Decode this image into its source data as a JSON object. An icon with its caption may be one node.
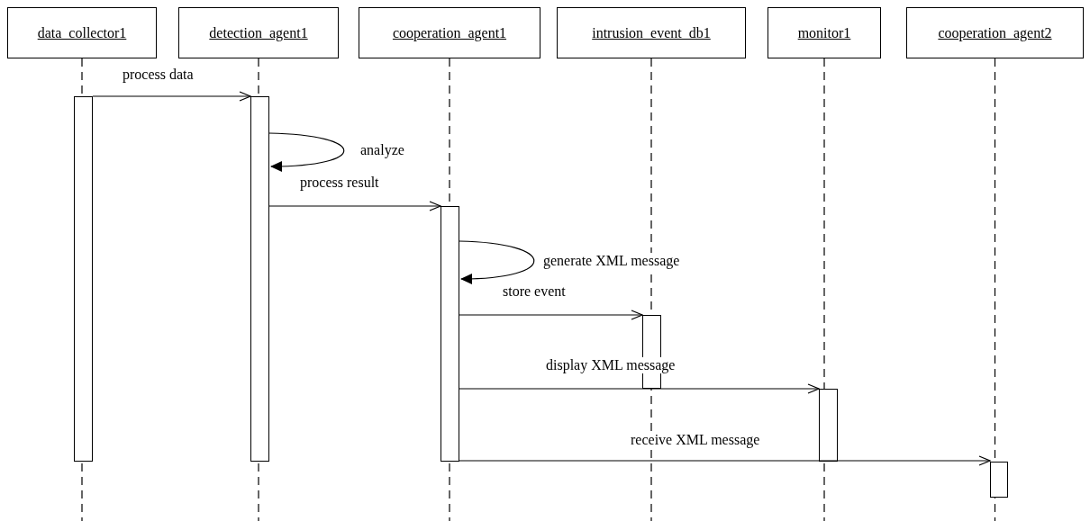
{
  "diagram": {
    "nodes": [
      {
        "text": [
          "data_collector1"
        ]
      },
      {
        "text": [
          "detection_agent1"
        ]
      },
      {
        "text": [
          "cooperation_agent1"
        ]
      },
      {
        "text": [
          "intrusion_event_db1"
        ]
      },
      {
        "text": [
          "monitor1"
        ]
      },
      {
        "text": [
          "cooperation_agent2"
        ]
      },
      {
        "text": [],
        "shape": "bar"
      },
      {
        "text": [],
        "shape": "bar"
      },
      {
        "text": [],
        "shape": "bar"
      },
      {
        "text": [],
        "shape": "bar"
      },
      {
        "text": [],
        "shape": "bar"
      },
      {
        "text": [],
        "shape": "bar"
      }
    ],
    "edges": [
      {
        "from": 6,
        "to": 7,
        "arrow": "to",
        "label": "process data"
      },
      {
        "from": 7,
        "to": 7,
        "arrow": "to",
        "label": "analyze"
      },
      {
        "from": 7,
        "to": 8,
        "arrow": "to",
        "label": "process result"
      },
      {
        "from": 8,
        "to": 8,
        "arrow": "to",
        "label": "generate XML message"
      },
      {
        "from": 8,
        "to": 9,
        "arrow": "to",
        "label": "store event"
      },
      {
        "from": 8,
        "to": 10,
        "arrow": "to",
        "label": "display XML message"
      },
      {
        "from": 8,
        "to": 11,
        "arrow": "to",
        "label": "receive XML message"
      }
    ]
  }
}
